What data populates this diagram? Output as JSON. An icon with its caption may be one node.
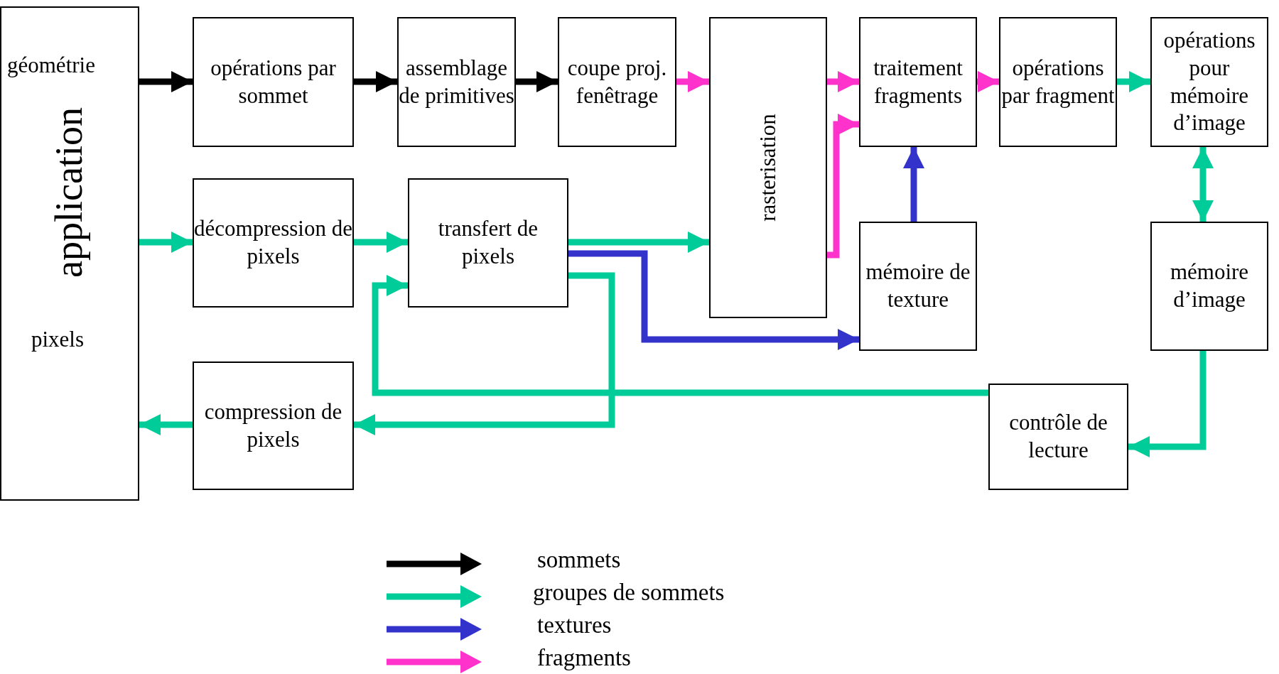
{
  "diagram": {
    "nodes": [
      {
        "text": [
          "géométrie",
          "application",
          "pixels"
        ]
      },
      {
        "text": [
          "opérations par sommet"
        ]
      },
      {
        "text": [
          "assemblage de primitives"
        ]
      },
      {
        "text": [
          "coupe proj. fenêtrage"
        ]
      },
      {
        "text": [
          "rasterisation"
        ]
      },
      {
        "text": [
          "traitement fragments"
        ]
      },
      {
        "text": [
          "opérations par fragment"
        ]
      },
      {
        "text": [
          "opérations pour mémoire d’image"
        ]
      },
      {
        "text": [
          "décompression de pixels"
        ]
      },
      {
        "text": [
          "transfert de pixels"
        ]
      },
      {
        "text": [
          "mémoire de texture"
        ]
      },
      {
        "text": [
          "mémoire d’image"
        ]
      },
      {
        "text": [
          "compression de pixels"
        ]
      },
      {
        "text": [
          "contrôle de lecture"
        ]
      }
    ],
    "edges": [
      {
        "from": 0,
        "to": 1,
        "arrow": "to",
        "color": "#000000"
      },
      {
        "from": 1,
        "to": 2,
        "arrow": "to",
        "color": "#000000"
      },
      {
        "from": 2,
        "to": 3,
        "arrow": "to",
        "color": "#000000"
      },
      {
        "from": 3,
        "to": 4,
        "arrow": "to",
        "color": "#ff33cc"
      },
      {
        "from": 4,
        "to": 5,
        "arrow": "to",
        "color": "#ff33cc"
      },
      {
        "from": 4,
        "to": 5,
        "arrow": "to",
        "color": "#ff33cc"
      },
      {
        "from": 5,
        "to": 6,
        "arrow": "to",
        "color": "#ff33cc"
      },
      {
        "from": 6,
        "to": 7,
        "arrow": "to"
      },
      {
        "from": 7,
        "to": 11,
        "arrow": "both"
      },
      {
        "from": 10,
        "to": 5,
        "arrow": "to",
        "color": "#3333cc"
      },
      {
        "from": 0,
        "to": 8,
        "arrow": "to"
      },
      {
        "from": 8,
        "to": 9,
        "arrow": "to"
      },
      {
        "from": 9,
        "to": 4,
        "arrow": "to"
      },
      {
        "from": 9,
        "to": 10,
        "arrow": "to",
        "color": "#3333cc"
      },
      {
        "from": 9,
        "to": 12,
        "arrow": "to"
      },
      {
        "from": 13,
        "to": 9,
        "arrow": "to"
      },
      {
        "from": 11,
        "to": 13,
        "arrow": "to"
      },
      {
        "from": 12,
        "to": 0,
        "arrow": "to"
      }
    ],
    "legend": [
      {
        "text": "sommets",
        "color": "#000000"
      },
      {
        "text": "groupes de sommets",
        "color": "#00cc99"
      },
      {
        "text": "textures",
        "color": "#3333cc"
      },
      {
        "text": "fragments",
        "color": "#ff33cc"
      }
    ]
  }
}
